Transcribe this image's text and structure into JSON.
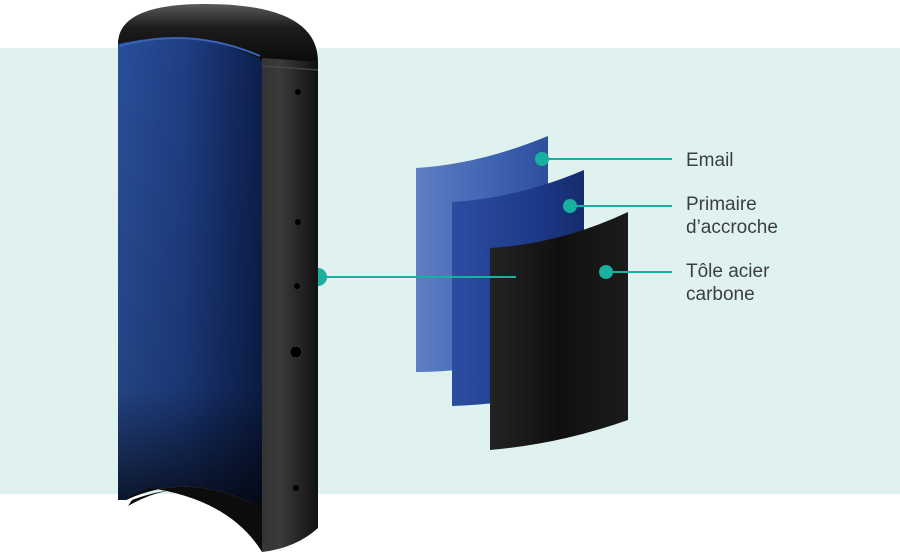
{
  "colors": {
    "band": "#dff2ef",
    "accent": "#18b0a0",
    "enamel": "#3f63b0",
    "primer": "#1e3a8a",
    "steel": "#141414",
    "text": "#3a3f45"
  },
  "labels": {
    "email": "Email",
    "primaire_l1": "Primaire",
    "primaire_l2": "d’accroche",
    "tole_l1": "Tôle acier",
    "tole_l2": "carbone"
  }
}
